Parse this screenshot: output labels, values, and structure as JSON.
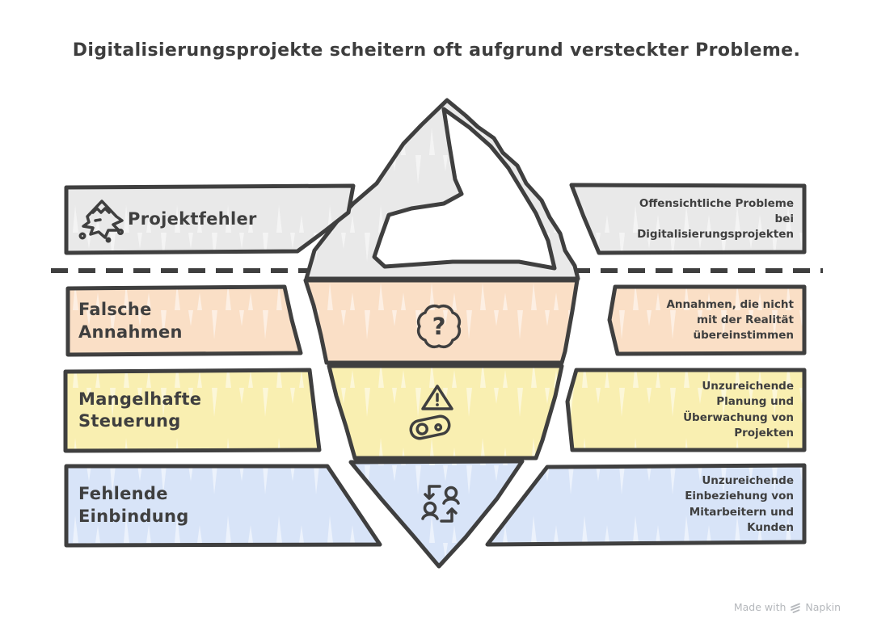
{
  "title": "Digitalisierungsprojekte scheitern oft aufgrund versteckter Probleme.",
  "rows": [
    {
      "id": "projektfehler",
      "left_label": "Projektfehler",
      "right_text": "Offensichtliche Probleme\nbei\nDigitalisierungsprojekten",
      "icon": "iceberg-icon",
      "color": "#e9e9e9"
    },
    {
      "id": "falsche-annahmen",
      "left_label": "Falsche\nAnnahmen",
      "right_text": "Annahmen, die nicht\nmit der Realität\nübereinstimmen",
      "icon": "question-cloud-icon",
      "color": "#fadfc6"
    },
    {
      "id": "mangelhafte-steuerung",
      "left_label": "Mangelhafte\nSteuerung",
      "right_text": "Unzureichende\nPlanung und\nÜberwachung von\nProjekten",
      "icon": "warning-process-icon",
      "color": "#f9efb1"
    },
    {
      "id": "fehlende-einbindung",
      "left_label": "Fehlende\nEinbindung",
      "right_text": "Unzureichende\nEinbeziehung von\nMitarbeitern und\nKunden",
      "icon": "people-exchange-icon",
      "color": "#d8e4f8"
    }
  ],
  "icon_glyphs": {
    "question_mark": "?"
  },
  "footer": {
    "made_with": "Made with",
    "brand": "Napkin"
  },
  "colors": {
    "outline": "#3f3f3f",
    "gray": "#e9e9e9",
    "peach": "#fadfc6",
    "yellow": "#f9efb1",
    "blue": "#d8e4f8",
    "white": "#ffffff",
    "text": "#3f3f3f",
    "footer_text": "#b5b8bc"
  }
}
